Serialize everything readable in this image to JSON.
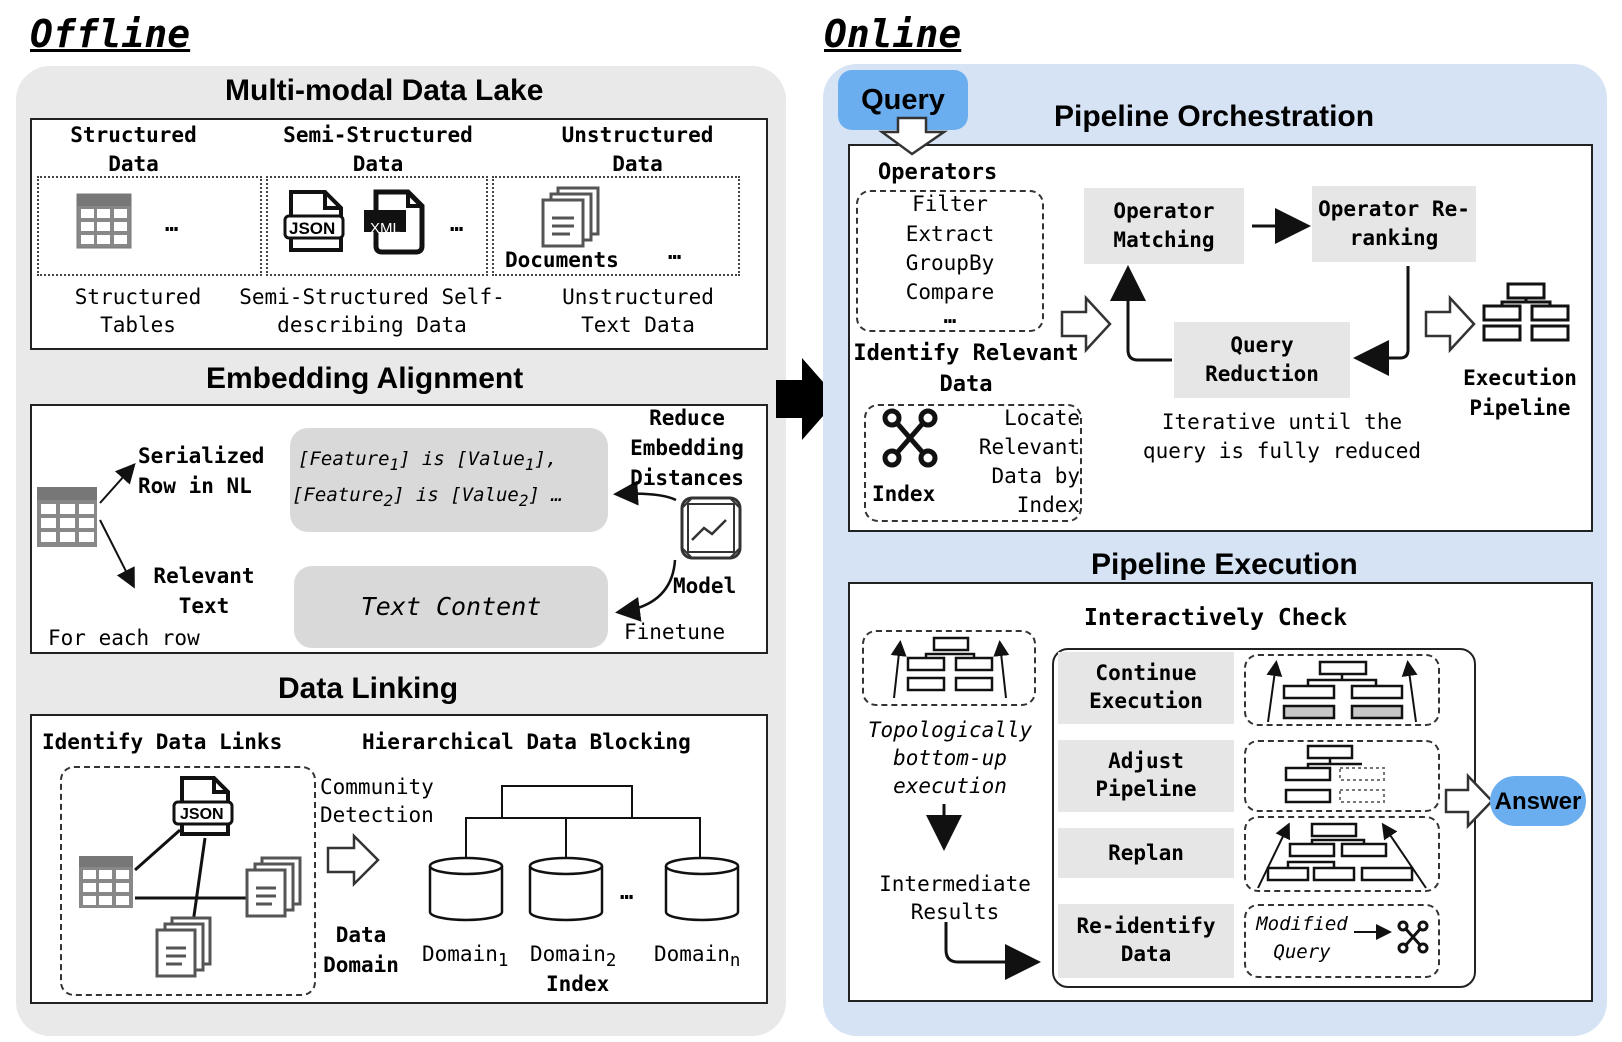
{
  "offline": {
    "title": "Offline",
    "data_lake": {
      "title": "Multi-modal Data Lake",
      "structured_header": "Structured Data",
      "semi_header": "Semi-Structured Data",
      "unstructured_header": "Unstructured Data",
      "ellipsis": "…",
      "json_label": "JSON",
      "xml_label": "XML",
      "documents_label": "Documents",
      "structured_caption": "Structured Tables",
      "semi_caption": "Semi-Structured Self-describing Data",
      "unstructured_caption": "Unstructured Text Data"
    },
    "embedding": {
      "title": "Embedding Alignment",
      "serialized_label": "Serialized Row in NL",
      "feature_line1_a": "[Feature",
      "feature_line1_sub": "1",
      "feature_line1_b": "] is [Value",
      "feature_line1_sub2": "1",
      "feature_line1_c": "],",
      "feature_line2_a": "[Feature",
      "feature_line2_sub": "2",
      "feature_line2_b": "] is [Value",
      "feature_line2_sub2": "2",
      "feature_line2_c": "] …",
      "relevant_text": "Relevant Text",
      "text_content": "Text Content",
      "for_each_row": "For each row",
      "reduce_label": "Reduce Embedding Distances",
      "model_label": "Model",
      "finetune_label": "Finetune"
    },
    "linking": {
      "title": "Data Linking",
      "identify_links": "Identify Data Links",
      "hierarchical": "Hierarchical Data Blocking",
      "community": "Community Detection",
      "data_domain": "Data Domain",
      "domain_prefix": "Domain",
      "domain1_sub": "1",
      "domain2_sub": "2",
      "domainn_sub": "n",
      "ellipsis": "…",
      "index_label": "Index",
      "json_label": "JSON"
    }
  },
  "online": {
    "title": "Online",
    "query_label": "Query",
    "orchestration": {
      "title": "Pipeline Orchestration",
      "operators_title": "Operators",
      "operators": [
        "Filter",
        "Extract",
        "GroupBy",
        "Compare"
      ],
      "ellipsis": "…",
      "identify_relevant": "Identify Relevant Data",
      "locate_text": "Locate Relevant Data by Index",
      "index_label": "Index",
      "operator_matching": "Operator Matching",
      "operator_reranking": "Operator Re-ranking",
      "query_reduction": "Query Reduction",
      "iterative_text": "Iterative until the query is fully reduced",
      "execution_pipeline": "Execution Pipeline"
    },
    "execution": {
      "title": "Pipeline Execution",
      "interactively_check": "Interactively Check",
      "topological": "Topologically bottom-up execution",
      "intermediate": "Intermediate Results",
      "continue_execution": "Continue Execution",
      "adjust_pipeline": "Adjust Pipeline",
      "replan": "Replan",
      "reidentify": "Re-identify Data",
      "modified_query": "Modified Query",
      "answer_label": "Answer"
    }
  },
  "colors": {
    "offline_bg": "#e9e9e9",
    "online_bg": "#d6e3f5",
    "query_blue": "#6aaef0",
    "grey_box": "#d9d9d9"
  }
}
